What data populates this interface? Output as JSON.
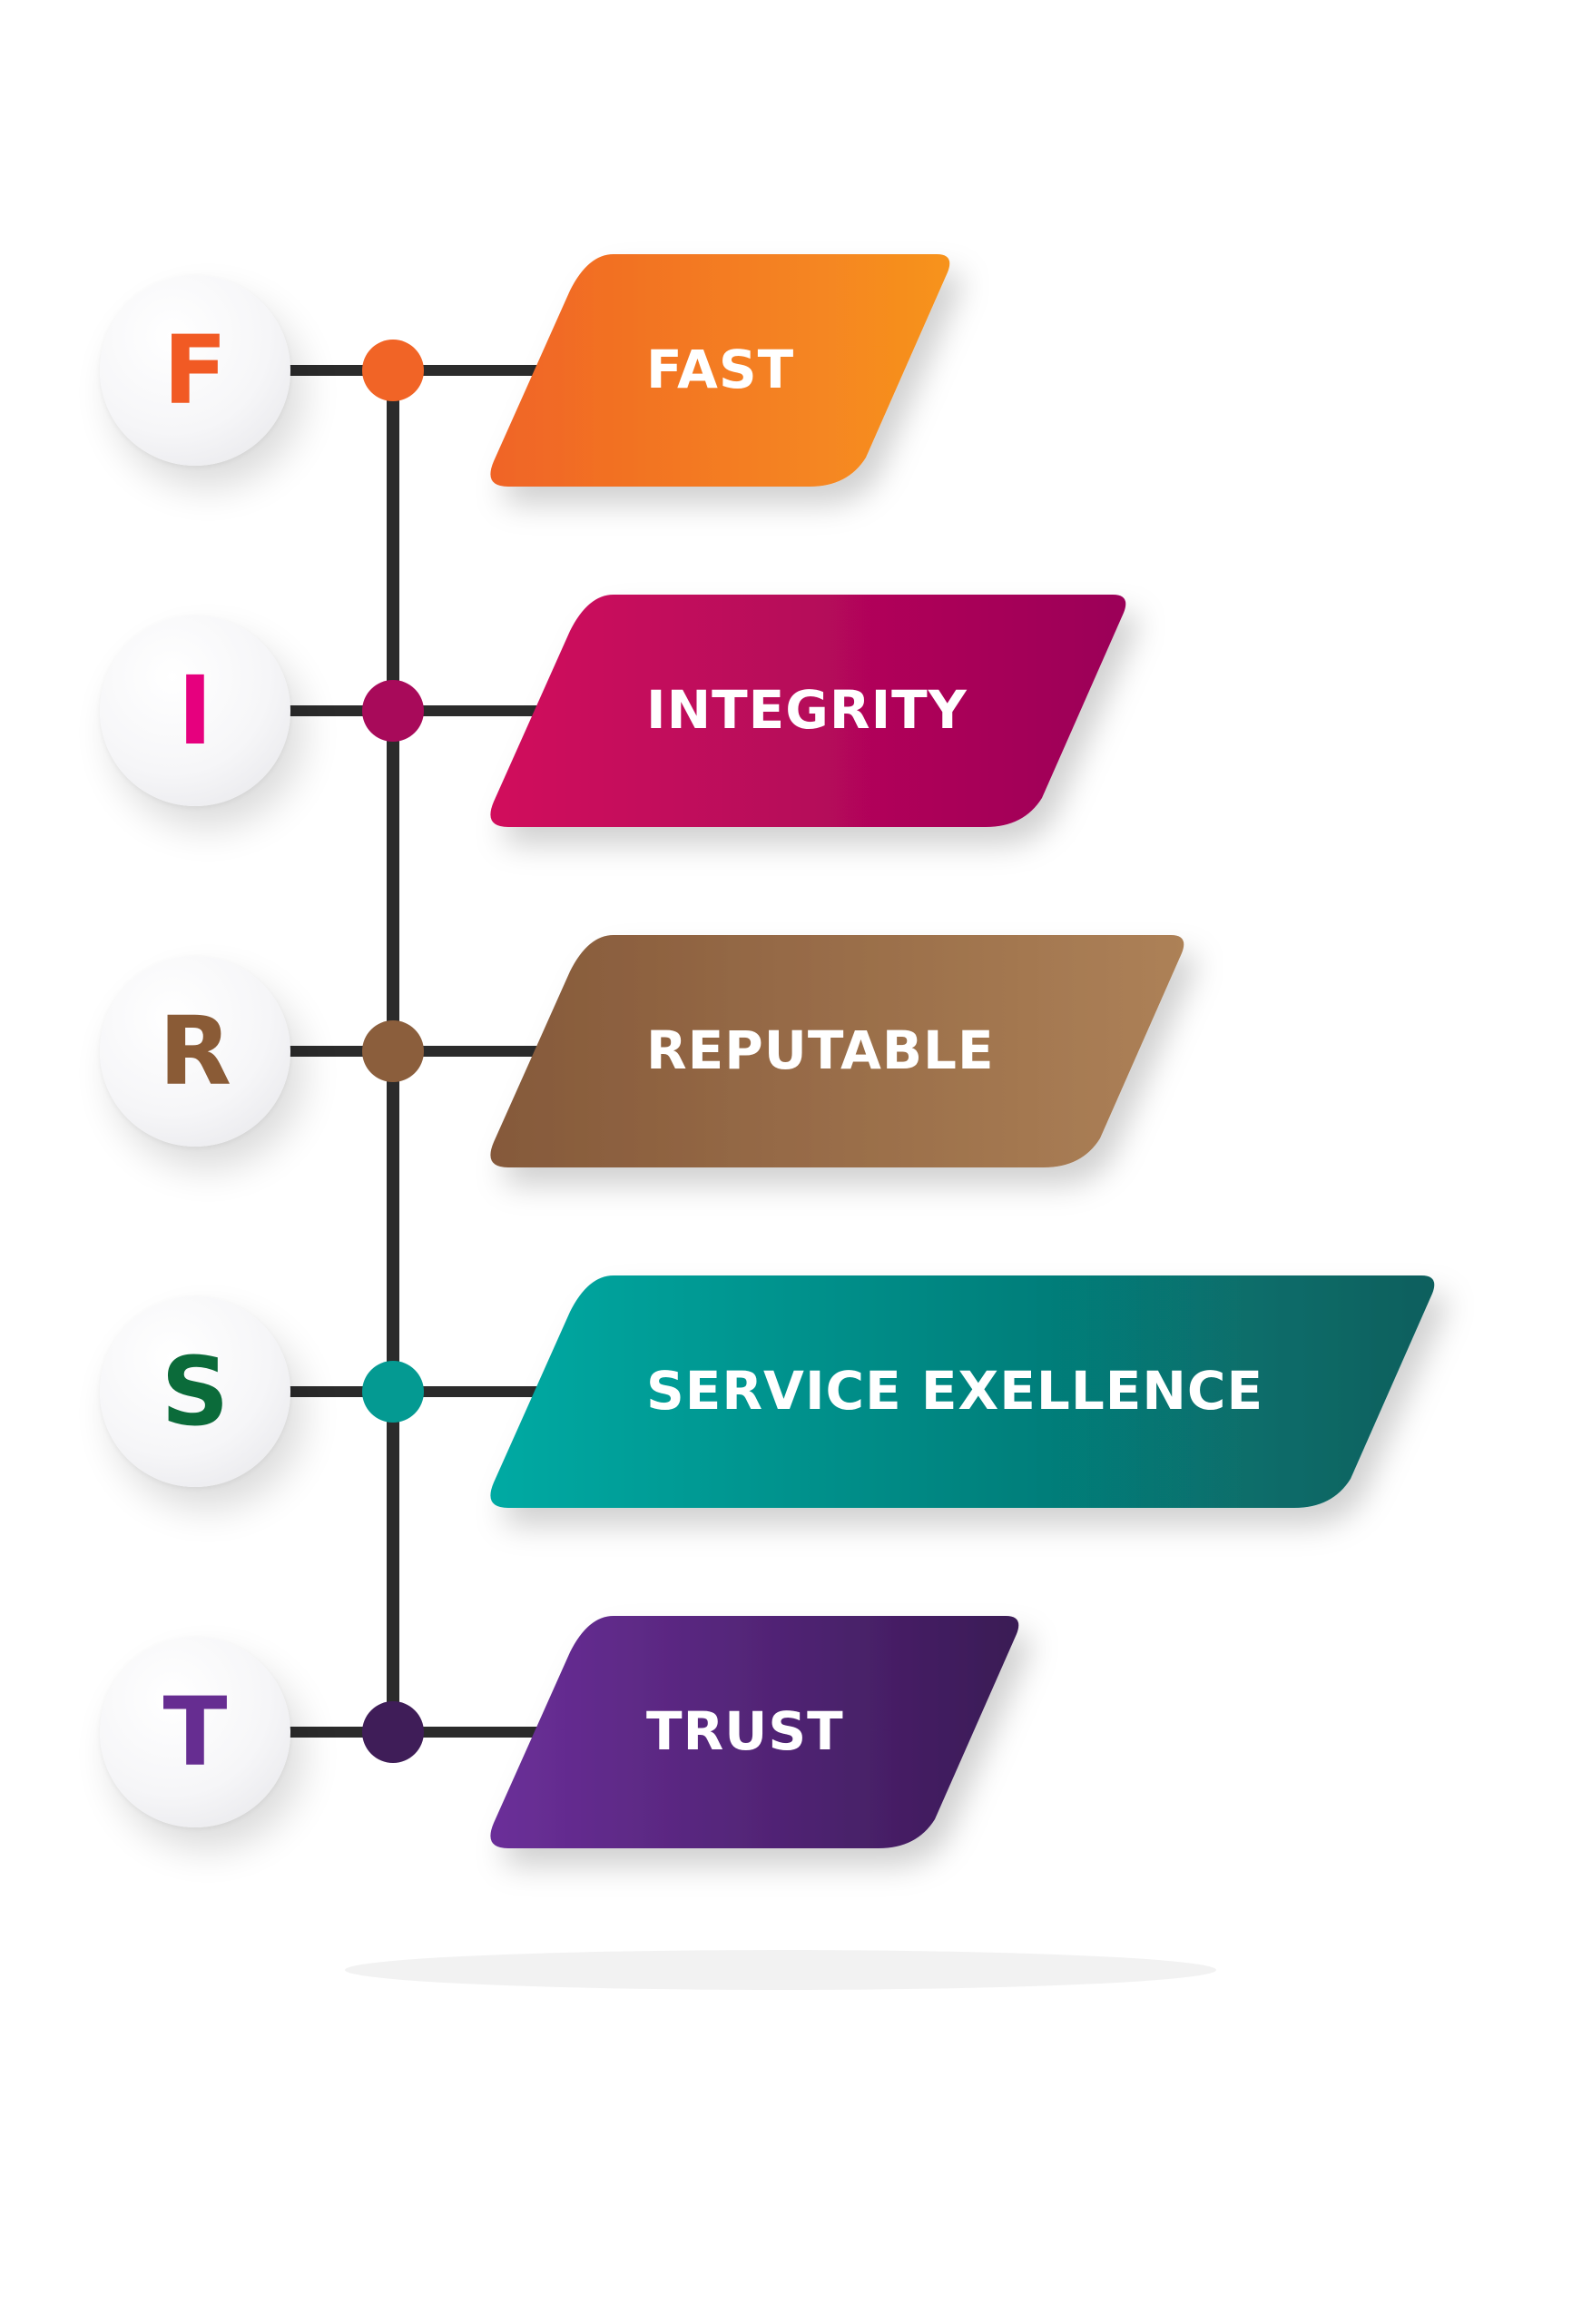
{
  "items": [
    {
      "letter": "F",
      "label": "FAST",
      "letter_color": "#f15a24",
      "node_color": "#f16426",
      "gradient": [
        "#f06426",
        "#f7931e"
      ]
    },
    {
      "letter": "I",
      "label": "INTEGRITY",
      "letter_color": "#e6007e",
      "node_color": "#a80a5a",
      "gradient": [
        "#d10f5c",
        "#9b0058"
      ]
    },
    {
      "letter": "R",
      "label": "REPUTABLE",
      "letter_color": "#8a5b36",
      "node_color": "#8b5e3c",
      "gradient": [
        "#85593a",
        "#ad8157"
      ]
    },
    {
      "letter": "S",
      "label": "SERVICE EXELLENCE",
      "letter_color": "#0b6b3a",
      "node_color": "#049a92",
      "gradient": [
        "#03aaa3",
        "#085f5d"
      ]
    },
    {
      "letter": "T",
      "label": "TRUST",
      "letter_color": "#662d91",
      "node_color": "#3f1d58",
      "gradient": [
        "#6b2f99",
        "#3a1a55"
      ]
    }
  ],
  "colors": {
    "connector": "#2b2b2b"
  }
}
